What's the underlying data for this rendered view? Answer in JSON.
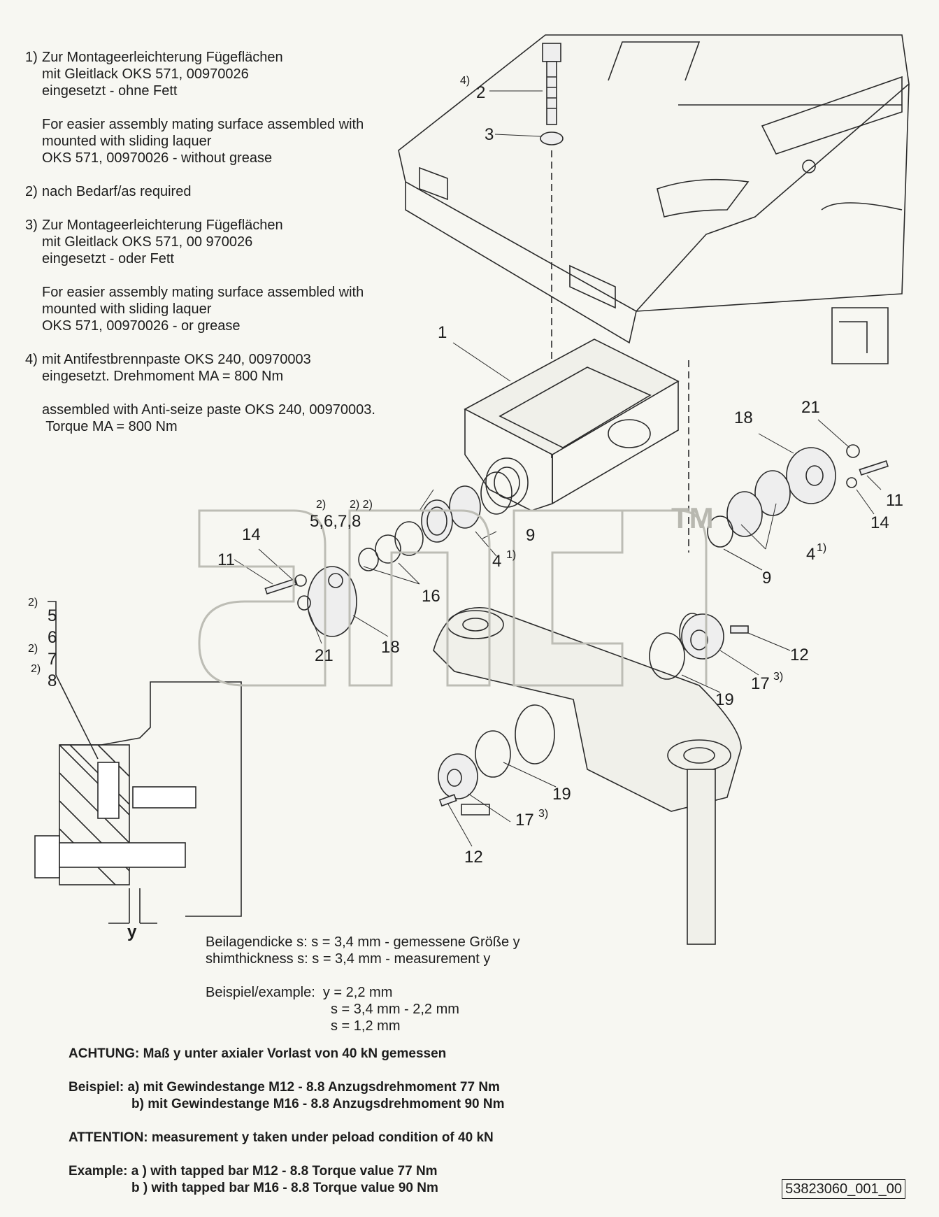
{
  "notes": [
    {
      "num": "1)",
      "lines": [
        "Zur Montageerleichterung Fügeflächen",
        "mit Gleitlack OKS 571, 00970026",
        "eingesetzt - ohne Fett"
      ],
      "en": [
        "For easier assembly mating surface assembled with",
        "mounted with sliding laquer",
        "OKS 571, 00970026 - without grease"
      ]
    },
    {
      "num": "2)",
      "lines": [
        "nach Bedarf/as required"
      ],
      "en": []
    },
    {
      "num": "3)",
      "lines": [
        "Zur Montageerleichterung Fügeflächen",
        "mit Gleitlack OKS 571, 00 970026",
        "eingesetzt - oder Fett"
      ],
      "en": [
        "For easier assembly mating surface assembled with",
        "mounted with sliding laquer",
        "OKS 571, 00970026 - or grease"
      ]
    },
    {
      "num": "4)",
      "lines": [
        "mit Antifestbrennpaste OKS 240, 00970003",
        "eingesetzt. Drehmoment MA = 800 Nm"
      ],
      "en": [
        "assembled with Anti-seize paste OKS 240, 00970003.",
        " Torque MA = 800 Nm"
      ]
    }
  ],
  "callouts": {
    "c1": "1",
    "c2": "2",
    "c2_sup": "4)",
    "c3": "3",
    "c4a": "4",
    "c4a_sup": "1)",
    "c4b": "4",
    "c4b_sup": "1)",
    "c5678": "5,6,7,8",
    "c5678_sup_a": "2)",
    "c5678_sup_b": "2) 2)",
    "c9a": "9",
    "c9b": "9",
    "c11a": "11",
    "c11b": "11",
    "c12a": "12",
    "c12b": "12",
    "c14a": "14",
    "c14b": "14",
    "c16": "16",
    "c17a": "17",
    "c17a_sup": "3)",
    "c17b": "17",
    "c17b_sup": "3)",
    "c18a": "18",
    "c18b": "18",
    "c19a": "19",
    "c19b": "19",
    "c21a": "21",
    "c21b": "21",
    "stack": [
      "5",
      "6",
      "7",
      "8"
    ],
    "stack_sup": "2)",
    "y": "y"
  },
  "watermark": "TM",
  "shim": {
    "de": "Beilagendicke s: s = 3,4 mm - gemessene Größe  y",
    "en": "shimthickness s: s = 3,4 mm - measurement  y",
    "example_label": "Beispiel/example:",
    "example_1": "y = 2,2 mm",
    "example_2": "s = 3,4 mm - 2,2 mm",
    "example_3": "s = 1,2 mm"
  },
  "attention": {
    "de_title": "ACHTUNG: Maß y unter axialer Vorlast von 40 kN gemessen",
    "de_ex_a": "Beispiel: a) mit Gewindestange M12 - 8.8 Anzugsdrehmoment 77 Nm",
    "de_ex_b": "b) mit Gewindestange M16 - 8.8 Anzugsdrehmoment 90 Nm",
    "en_title": "ATTENTION: measurement y taken under peload condition of 40 kN",
    "en_ex_a": "Example: a ) with tapped bar M12 - 8.8 Torque value 77 Nm",
    "en_ex_b": "b ) with tapped bar M16 -  8.8 Torque value 90 Nm"
  },
  "drawing_number": "53823060_001_00"
}
